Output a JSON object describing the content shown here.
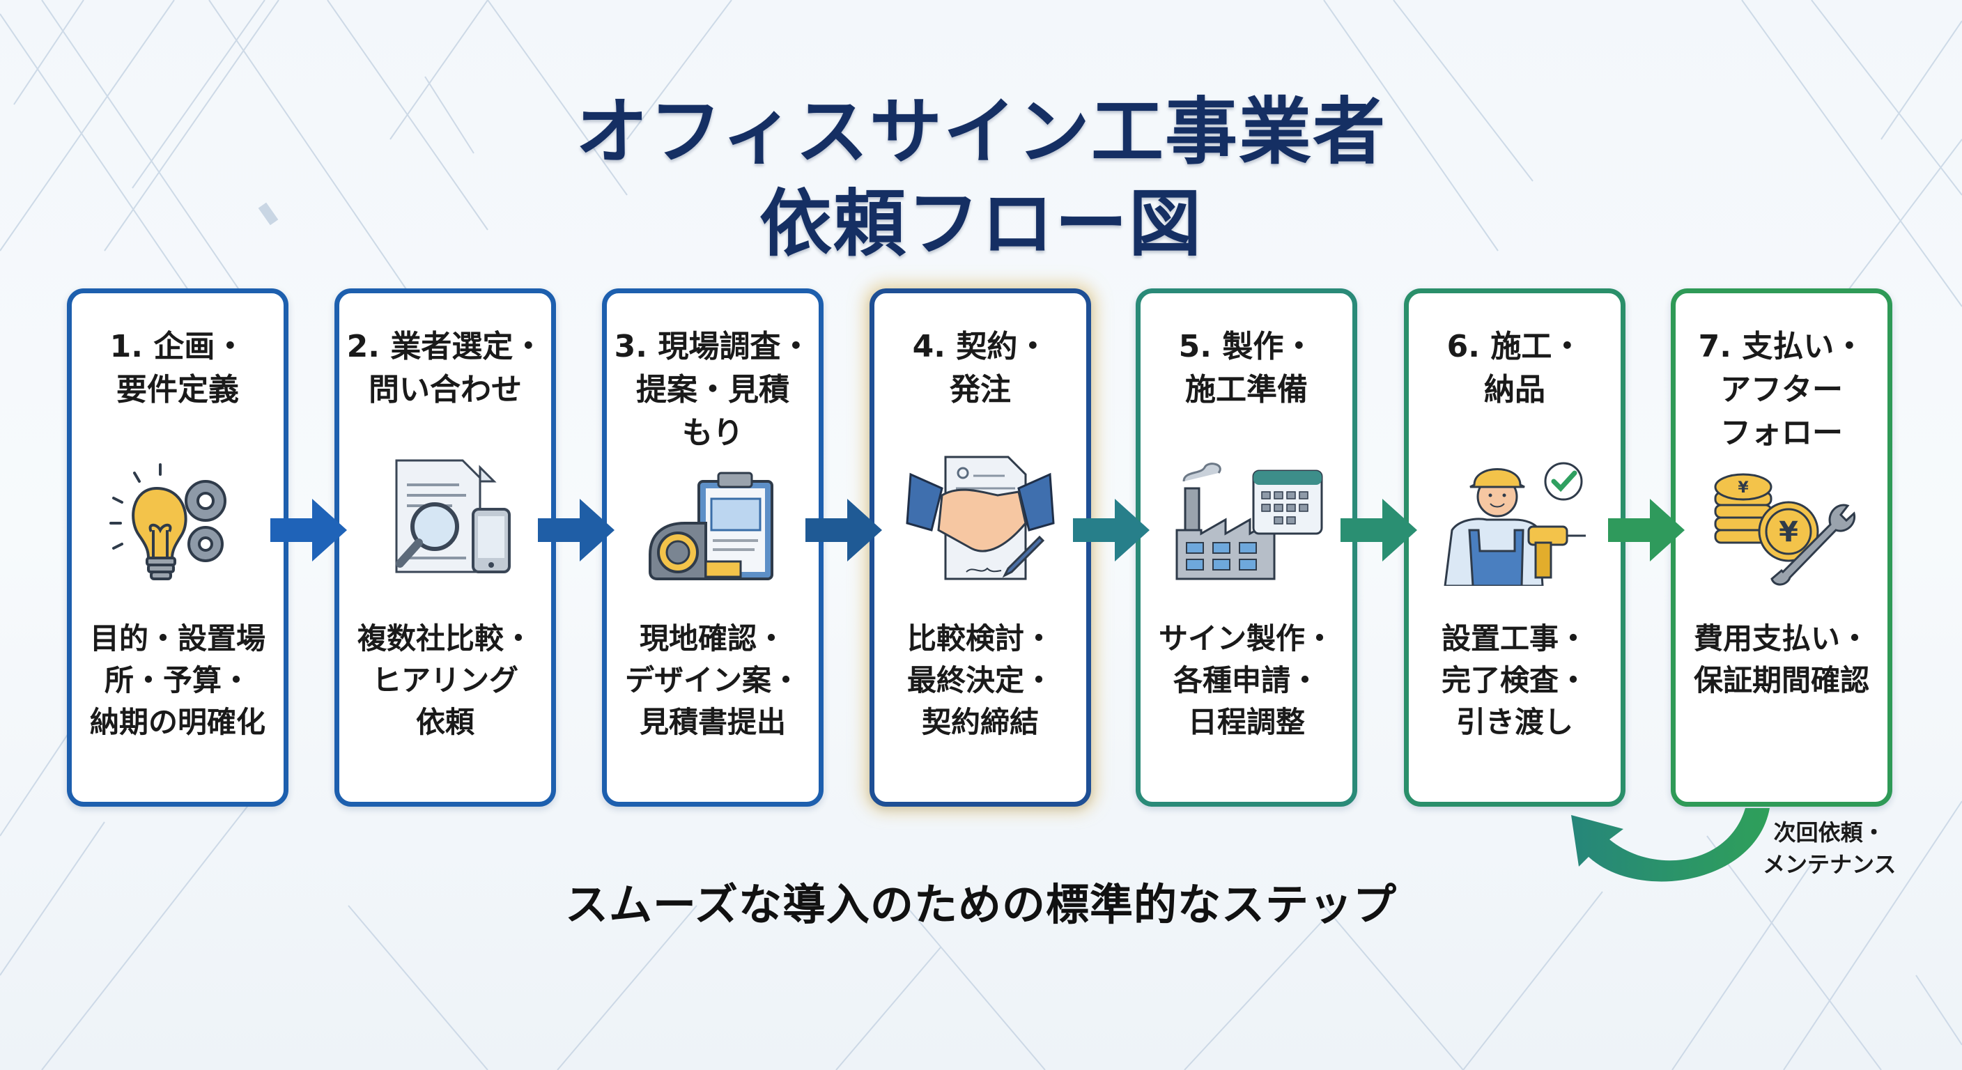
{
  "title": {
    "line1": "オフィスサイン工事業者",
    "line2": "依頼フロー図"
  },
  "steps": [
    {
      "number": "1",
      "title": "1. 企画・\n要件定義",
      "icon": "lightbulb-gears-icon",
      "description": "目的・設置場\n所・予算・\n納期の明確化",
      "color": "#1d5fae"
    },
    {
      "number": "2",
      "title": "2. 業者選定・\n問い合わせ",
      "icon": "document-search-phone-icon",
      "description": "複数社比較・\nヒアリング\n依頼",
      "color": "#1d5fae"
    },
    {
      "number": "3",
      "title": "3. 現場調査・\n提案・見積\nもり",
      "icon": "tape-measure-blueprint-icon",
      "description": "現地確認・\nデザイン案・\n見積書提出",
      "color": "#1d5fae"
    },
    {
      "number": "4",
      "title": "4. 契約・\n発注",
      "icon": "handshake-contract-icon",
      "description": "比較検討・\n最終決定・\n契約締結",
      "color": "#1e4f95",
      "highlighted": true
    },
    {
      "number": "5",
      "title": "5. 製作・\n施工準備",
      "icon": "factory-calendar-icon",
      "description": "サイン製作・\n各種申請・\n日程調整",
      "color": "#2a8a78"
    },
    {
      "number": "6",
      "title": "6. 施工・\n納品",
      "icon": "worker-drill-check-icon",
      "description": "設置工事・\n完了検査・\n引き渡し",
      "color": "#2a8f6a"
    },
    {
      "number": "7",
      "title": "7. 支払い・\nアフター\nフォロー",
      "icon": "yen-coins-wrench-icon",
      "description": "費用支払い・\n保証期間確認",
      "color": "#2f9a57"
    }
  ],
  "arrow_colors": [
    "#1f63b8",
    "#1f5ea6",
    "#1f5a95",
    "#277f8a",
    "#2a8f72",
    "#2f9a5c"
  ],
  "loop": {
    "label": "次回依頼・\nメンテナンス",
    "color": "#2a9068"
  },
  "subtitle": "スムーズな導入のための標準的なステップ"
}
